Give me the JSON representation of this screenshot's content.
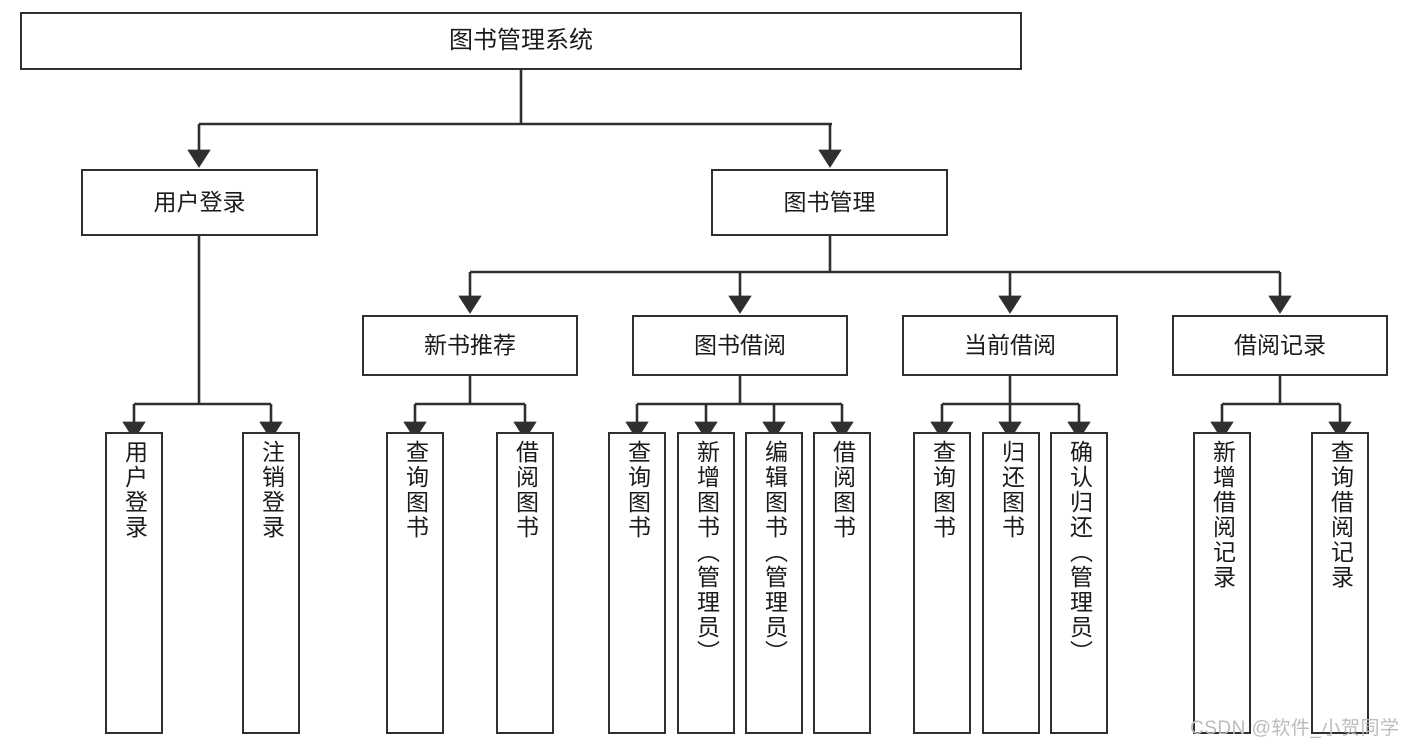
{
  "diagram": {
    "type": "tree",
    "title": "图书管理系统",
    "watermark": "CSDN @软件_小贺同学",
    "colors": {
      "box_border": "#2f2f2f",
      "box_fill": "#ffffff",
      "connector": "#2f2f2f",
      "text": "#1b1b1b",
      "watermark": "#b9bcc0",
      "background": "#ffffff"
    },
    "levels": {
      "root": {
        "label": "图书管理系统"
      },
      "level2": [
        {
          "label": "用户登录"
        },
        {
          "label": "图书管理"
        }
      ],
      "level3": [
        {
          "label": "新书推荐"
        },
        {
          "label": "图书借阅"
        },
        {
          "label": "当前借阅"
        },
        {
          "label": "借阅记录"
        }
      ],
      "leaves": {
        "user_login": [
          {
            "label": "用户登录"
          },
          {
            "label": "注销登录"
          }
        ],
        "new_book_recommend": [
          {
            "label": "查询图书"
          },
          {
            "label": "借阅图书"
          }
        ],
        "book_borrow": [
          {
            "label": "查询图书"
          },
          {
            "label": "新增图书（管理员）"
          },
          {
            "label": "编辑图书（管理员）"
          },
          {
            "label": "借阅图书"
          }
        ],
        "current_borrow": [
          {
            "label": "查询图书"
          },
          {
            "label": "归还图书"
          },
          {
            "label": "确认归还（管理员）"
          }
        ],
        "borrow_records": [
          {
            "label": "新增借阅记录"
          },
          {
            "label": "查询借阅记录"
          }
        ]
      }
    }
  }
}
